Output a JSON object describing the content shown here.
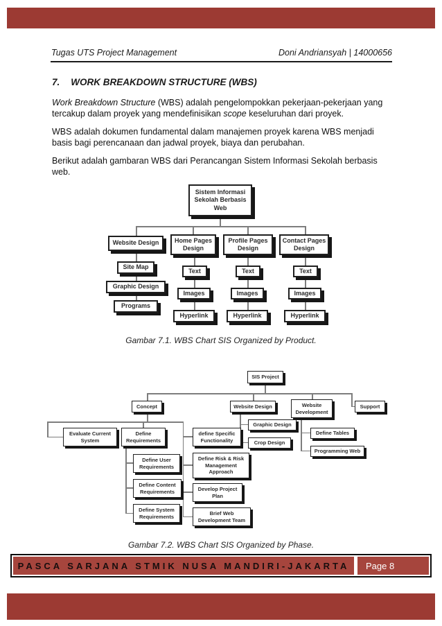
{
  "page": {
    "header": {
      "left": "Tugas UTS Project Management",
      "right": "Doni Andriansyah | 14000656"
    },
    "heading": {
      "number": "7.",
      "title": "WORK BREAKDOWN STRUCTURE (WBS)"
    },
    "paragraphs": {
      "p1_runs": [
        {
          "t": "Work Breakdown Structure",
          "i": true
        },
        {
          "t": " (WBS) adalah pengelompokkan pekerjaan-pekerjaan yang tercakup dalam proyek yang mendefinisikan ",
          "i": false
        },
        {
          "t": "scope",
          "i": true
        },
        {
          "t": " keseluruhan dari proyek.",
          "i": false
        }
      ],
      "p2": "WBS adalah dokumen fundamental dalam manajemen proyek karena WBS menjadi basis bagi perencanaan dan jadwal proyek, biaya dan perubahan.",
      "p3": "Berikut adalah gambaran WBS dari Perancangan Sistem Informasi Sekolah berbasis web."
    },
    "captions": {
      "fig1": "Gambar 7.1. WBS Chart SIS Organized by Product.",
      "fig2": "Gambar 7.2. WBS Chart SIS Organized by Phase."
    },
    "footer": {
      "institution": "PASCA SARJANA STMIK NUSA MANDIRI-JAKARTA",
      "page_label": "Page 8"
    }
  },
  "colors": {
    "maroon_bar": "#9c3a33",
    "footer_cell": "#a6453d",
    "box_border": "#1f1f1f",
    "connector": "#7d7d7d"
  },
  "diagram1": {
    "root": "Sistem Informasi Sekolah Berbasis Web",
    "branches": [
      {
        "label": "Website Design",
        "children": [
          "Site Map",
          "Graphic Design",
          "Programs"
        ]
      },
      {
        "label": "Home Pages Design",
        "children": [
          "Text",
          "Images",
          "Hyperlink"
        ]
      },
      {
        "label": "Profile Pages Design",
        "children": [
          "Text",
          "Images",
          "Hyperlink"
        ]
      },
      {
        "label": "Contact Pages Design",
        "children": [
          "Text",
          "Images",
          "Hyperlink"
        ]
      }
    ]
  },
  "diagram2": {
    "root": "SIS Project",
    "branches": [
      {
        "label": "Concept",
        "children": [
          "Evaluate Current System",
          "Define Requirements",
          "define Specific Functionality",
          "Define Risk & Risk Management Approach",
          "Develop Project Plan",
          "Brief Web Development Team"
        ]
      },
      {
        "label": "Website Design",
        "children": [
          "Graphic Design",
          "Crop Design"
        ]
      },
      {
        "label": "Website Development",
        "children": [
          "Define Tables",
          "Programming Web"
        ]
      },
      {
        "label": "Support",
        "children": []
      }
    ],
    "define_requirements_children": [
      "Define User Requirements",
      "Define Content Requirements",
      "Define System Requirements"
    ]
  }
}
